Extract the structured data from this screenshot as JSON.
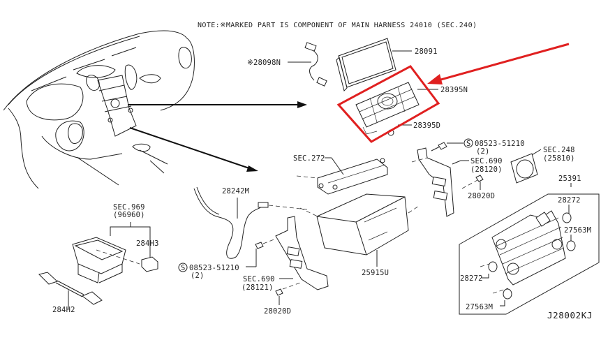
{
  "note": "NOTE:※MARKED PART IS COMPONENT OF MAIN HARNESS 24010 (SEC.240)",
  "diagram_code": "J28002KJ",
  "highlight": {
    "color": "#e02020",
    "part": "28395N"
  },
  "labels": {
    "p28098N": "※28098N",
    "p28091": "28091",
    "p28395N": "28395N",
    "p28395D": "28395D",
    "screw_top": "08523-51210",
    "screw_top_qty": "(2)",
    "sec690_top": "SEC.690",
    "sec690_top_ref": "(28120)",
    "sec248": "SEC.248",
    "sec248_ref": "(25810)",
    "sec272": "SEC.272",
    "p28020D_top": "28020D",
    "p25391": "25391",
    "p28272_a": "28272",
    "p27563M_a": "27563M",
    "p28272_b": "28272",
    "p27563M_b": "27563M",
    "p28242M": "28242M",
    "sec969": "SEC.969",
    "sec969_ref": "(96960)",
    "p284H3": "284H3",
    "p284H2": "284H2",
    "screw_bot": "08523-51210",
    "screw_bot_qty": "(2)",
    "sec690_bot": "SEC.690",
    "sec690_bot_ref": "(28121)",
    "p25915U": "25915U",
    "p28020D_bot": "28020D",
    "screw_symbol": "S"
  }
}
